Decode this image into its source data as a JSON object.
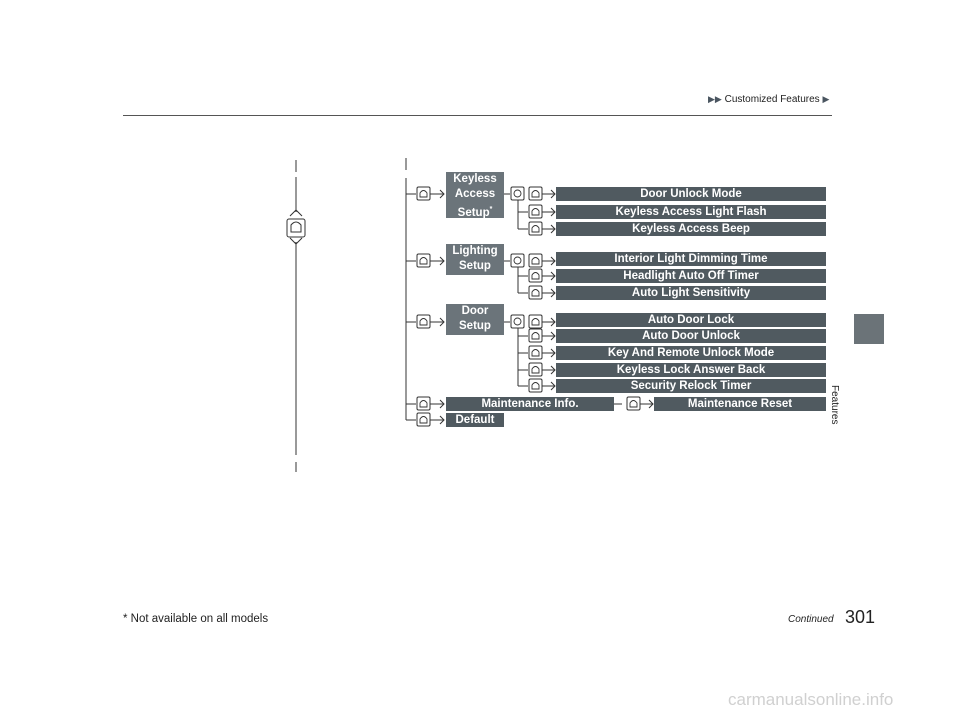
{
  "header": {
    "breadcrumb": "Customized Features"
  },
  "side_tab": {
    "label": "Features"
  },
  "menu": {
    "categories": [
      {
        "label": "Keyless Access Setup",
        "lines": [
          "Keyless",
          "Access",
          "Setup"
        ],
        "asterisk": "*",
        "items": [
          "Door Unlock Mode",
          "Keyless Access Light Flash",
          "Keyless Access Beep"
        ]
      },
      {
        "label": "Lighting Setup",
        "lines": [
          "Lighting",
          "Setup"
        ],
        "items": [
          "Interior Light Dimming Time",
          "Headlight Auto Off Timer",
          "Auto Light Sensitivity"
        ]
      },
      {
        "label": "Door Setup",
        "lines": [
          "Door",
          "Setup"
        ],
        "items": [
          "Auto Door Lock",
          "Auto Door Unlock",
          "Key And Remote Unlock Mode",
          "Keyless Lock Answer Back",
          "Security Relock Timer"
        ]
      }
    ],
    "maintenance": {
      "label": "Maintenance Info.",
      "item": "Maintenance Reset"
    },
    "default": {
      "label": "Default"
    }
  },
  "footer": {
    "footnote": "* Not available on all models",
    "continued": "Continued",
    "page_number": "301"
  },
  "watermark": "carmanualsonline.info",
  "colors": {
    "bar": "#505a60",
    "category": "#6b747a",
    "side_tab": "#6b7378"
  },
  "icons": [
    "knob-press-icon",
    "knob-rotate-icon",
    "arrow-right-icon"
  ]
}
